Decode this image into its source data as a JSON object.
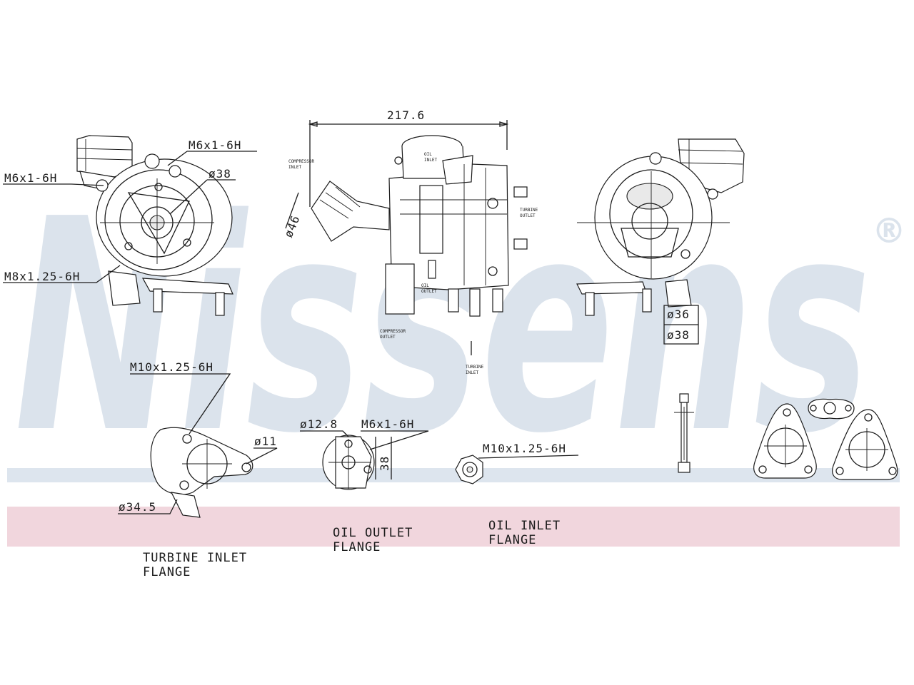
{
  "brand": {
    "watermark": "Nissens",
    "registered_mark": "®",
    "watermark_color": "#dbe3ec",
    "band_blue": "#dde5ee",
    "band_pink": "#f1d6dd"
  },
  "drawing": {
    "dimensions": {
      "overall_length": "217.6",
      "left_top_thread": "M6x1-6H",
      "left_side_thread": "M6x1-6H",
      "left_bore": "ø38",
      "left_lower_thread": "M8x1.25-6H",
      "comp_inlet_dia": "ø46",
      "right_bore_a": "ø36",
      "right_bore_b": "ø38",
      "turbine_inlet_thread": "M10x1.25-6H",
      "turbine_inlet_hole": "ø11",
      "turbine_inlet_bore": "ø34.5",
      "oil_outlet_bore": "ø12.8",
      "oil_outlet_thread": "M6x1-6H",
      "oil_outlet_height": "38",
      "oil_inlet_thread": "M10x1.25-6H"
    },
    "callouts": {
      "compressor_inlet": [
        "COMPRESSOR",
        "INLET"
      ],
      "compressor_outlet": [
        "COMPRESSOR",
        "OUTLET"
      ],
      "turbine_outlet": [
        "TURBINE",
        "OUTLET"
      ],
      "turbine_inlet_small": [
        "TURBINE",
        "INLET"
      ],
      "oil_inlet_small": [
        "OIL",
        "INLET"
      ],
      "oil_outlet_small": [
        "OIL",
        "OUTLET"
      ]
    },
    "captions": {
      "turbine_inlet_flange": [
        "TURBINE INLET",
        "FLANGE"
      ],
      "oil_outlet_flange": [
        "OIL OUTLET",
        "FLANGE"
      ],
      "oil_inlet_flange": [
        "OIL INLET",
        "FLANGE"
      ]
    },
    "icons": [
      "turbocharger-front-view",
      "turbocharger-side-view",
      "turbocharger-rear-view",
      "turbine-flange",
      "oil-outlet-flange",
      "oil-inlet-fitting",
      "oil-feed-pipe",
      "gasket-large",
      "gasket-small",
      "gasket-triangle"
    ]
  }
}
